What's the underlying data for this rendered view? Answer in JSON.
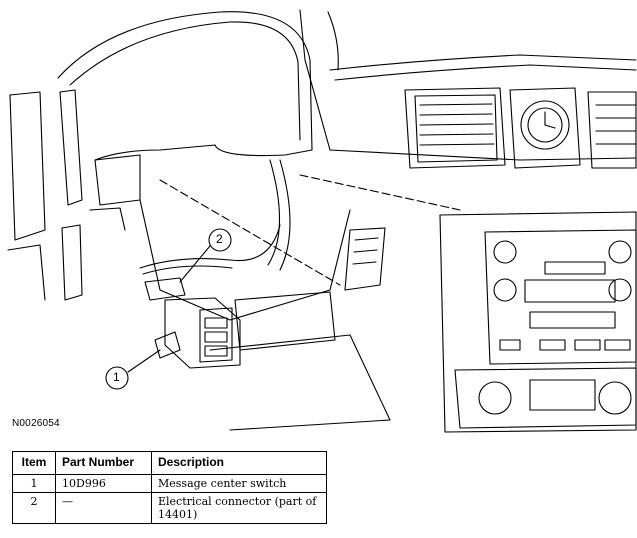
{
  "figure": {
    "id": "N0026054",
    "callouts": [
      "1",
      "2"
    ]
  },
  "table": {
    "headers": {
      "item": "Item",
      "part_number": "Part Number",
      "description": "Description"
    },
    "rows": [
      {
        "item": "1",
        "part_number": "10D996",
        "description": "Message center switch"
      },
      {
        "item": "2",
        "part_number": "—",
        "description": "Electrical connector (part of 14401)"
      }
    ]
  },
  "colors": {
    "line": "#000000",
    "background": "#ffffff"
  }
}
